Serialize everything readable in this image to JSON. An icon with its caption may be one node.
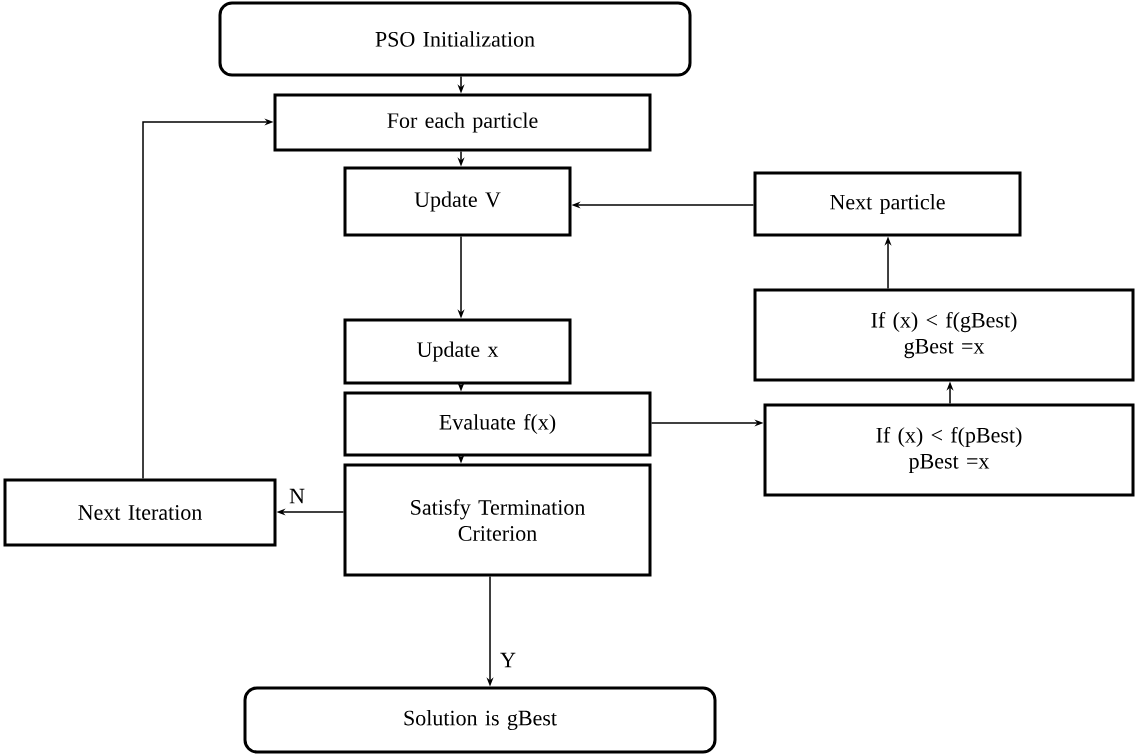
{
  "diagram": {
    "nodes": [
      {
        "text": [
          "PSO Initialization"
        ]
      },
      {
        "text": [
          "For each particle"
        ]
      },
      {
        "text": [
          "Update V"
        ]
      },
      {
        "text": [
          "Next particle"
        ]
      },
      {
        "text": [
          "If (x) < f(gBest) gBest =x"
        ]
      },
      {
        "text": [
          "Update x"
        ]
      },
      {
        "text": [
          "Evaluate f(x)"
        ]
      },
      {
        "text": [
          "If (x) < f(pBest) pBest =x"
        ]
      },
      {
        "text": [
          "Next Iteration"
        ]
      },
      {
        "text": [
          "Satisfy Termination Criterion"
        ]
      },
      {
        "text": [
          "Solution is gBest"
        ]
      }
    ],
    "edges": [
      {
        "from": 0,
        "to": 1,
        "arrow": "to"
      },
      {
        "from": 1,
        "to": 2,
        "arrow": "to"
      },
      {
        "from": 2,
        "to": 5,
        "arrow": "to"
      },
      {
        "from": 5,
        "to": 6,
        "arrow": "to"
      },
      {
        "from": 6,
        "to": 9,
        "arrow": "to"
      },
      {
        "from": 6,
        "to": 7,
        "arrow": "to"
      },
      {
        "from": 7,
        "to": 4,
        "arrow": "to"
      },
      {
        "from": 4,
        "to": 3,
        "arrow": "to"
      },
      {
        "from": 3,
        "to": 2,
        "arrow": "to"
      },
      {
        "from": 9,
        "to": 8,
        "arrow": "to",
        "label": "N"
      },
      {
        "from": 9,
        "to": 10,
        "arrow": "to",
        "label": "Y"
      },
      {
        "from": 8,
        "to": 1,
        "arrow": "to"
      }
    ]
  }
}
